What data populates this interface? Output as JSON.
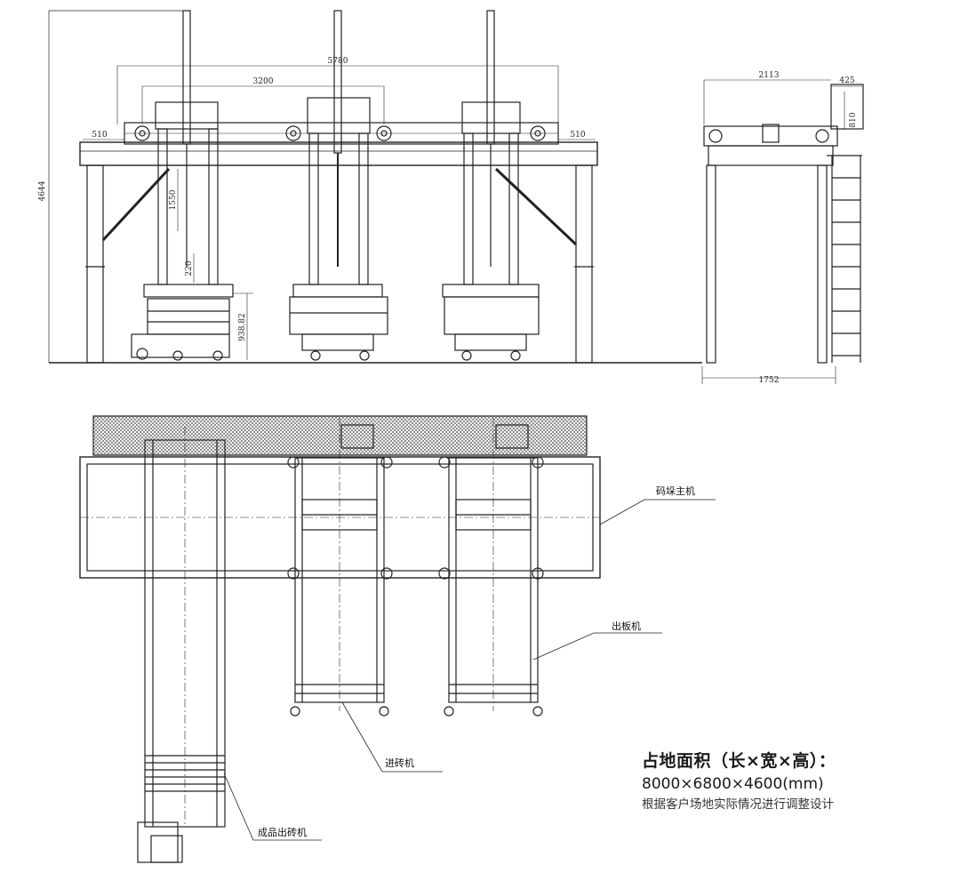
{
  "dimensions": {
    "overall_height": "4644",
    "span_total": "5780",
    "span_inner": "3200",
    "end_left": "510",
    "end_right": "510",
    "col_h1": "1550",
    "col_h2": "220",
    "col_h3": "938.82",
    "side_width": "2113",
    "side_ladder": "425",
    "side_rail": "810",
    "side_base": "1752"
  },
  "labels": {
    "main_machine": "码垛主机",
    "board_out": "出板机",
    "brick_in": "进砖机",
    "product_out": "成品出砖机"
  },
  "specs": {
    "title": "占地面积（长×宽×高）：",
    "size": "8000×6800×4600(mm)",
    "note": "根据客户场地实际情况进行调整设计"
  }
}
